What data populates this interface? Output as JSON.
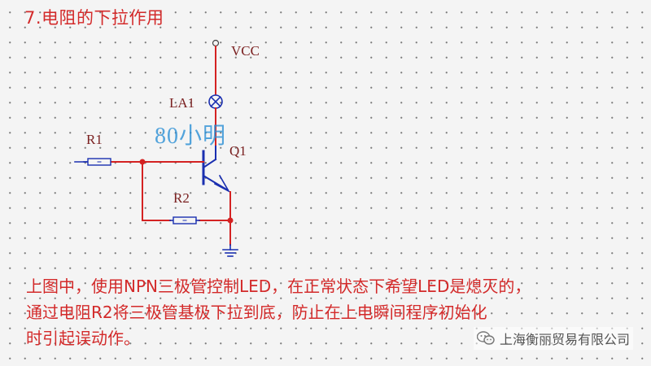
{
  "heading": "7.电阻的下拉作用",
  "schematic": {
    "vcc_label": "VCC",
    "lamp_label": "LA1",
    "transistor_label": "Q1",
    "r1_label": "R1",
    "r2_label": "R2",
    "overlay_text": "80小明",
    "colors": {
      "wire": "#d42222",
      "component": "#1a2fb0",
      "node": "#d42222"
    }
  },
  "description": {
    "line1": "上图中，使用NPN三极管控制LED，在正常状态下希望LED是熄灭的，",
    "line2": "通过电阻R2将三极管基极下拉到底，防止在上电瞬间程序初始化",
    "line3": "时引起误动作。"
  },
  "watermark": {
    "icon": "wechat-icon",
    "text": "上海衡丽贸易有限公司"
  }
}
